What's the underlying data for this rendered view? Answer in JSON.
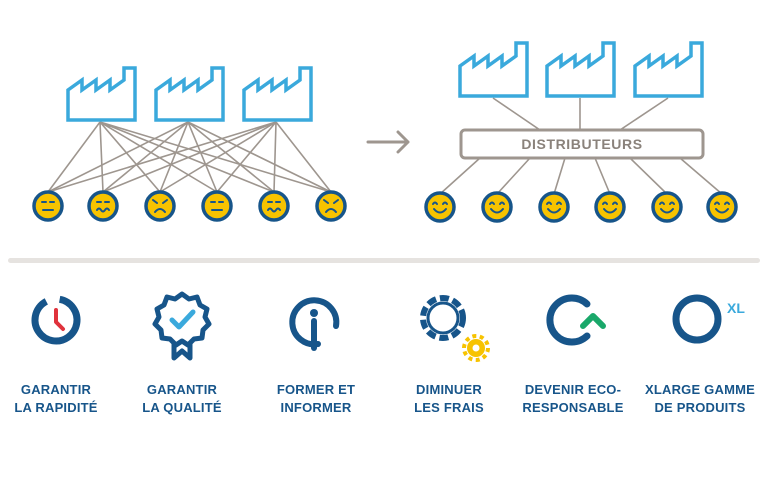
{
  "colors": {
    "factory": "#3aa9dc",
    "line": "#9e968f",
    "navy": "#17558a",
    "face": "#f7c300",
    "divider": "#e6e3e0",
    "clock_hand": "#e0323c",
    "check": "#3aa9dc",
    "recycle_arrow": "#1aa86a",
    "gear": "#f7c300"
  },
  "diagram": {
    "arrow_icon": "right-arrow-icon",
    "distributor_label": "DISTRIBUTEURS",
    "left_faces": [
      "neutral",
      "wavy",
      "sad",
      "neutral",
      "wavy",
      "sad"
    ],
    "right_faces": [
      "happy",
      "happy",
      "happy",
      "happy",
      "happy",
      "happy"
    ]
  },
  "benefits": [
    {
      "icon": "clock-icon",
      "line1": "GARANTIR",
      "line2": "LA RAPIDITÉ"
    },
    {
      "icon": "quality-badge-icon",
      "line1": "GARANTIR",
      "line2": "LA QUALITÉ"
    },
    {
      "icon": "info-icon",
      "line1": "FORMER ET",
      "line2": "INFORMER"
    },
    {
      "icon": "gear-icon",
      "line1": "DIMINUER",
      "line2": "LES FRAIS"
    },
    {
      "icon": "recycle-icon",
      "line1": "DEVENIR ECO-",
      "line2": "RESPONSABLE"
    },
    {
      "icon": "xl-range-icon",
      "line1": "XLARGE GAMME",
      "line2": "DE PRODUITS",
      "badge": "XL"
    }
  ]
}
